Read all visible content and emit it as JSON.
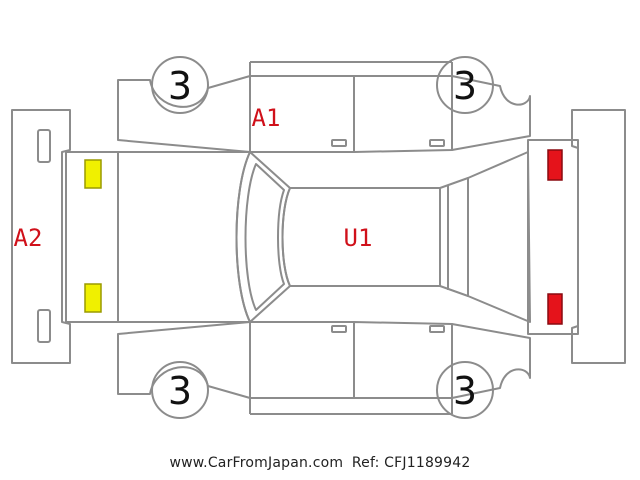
{
  "colors": {
    "outline": "#8c8c8c",
    "damage_text": "#d0101a",
    "front_light": "#f0f000",
    "rear_light": "#e5131b"
  },
  "wheels": {
    "front_left": "3",
    "front_right": "3",
    "rear_left": "3",
    "rear_right": "3"
  },
  "damage_codes": {
    "roof": "U1",
    "bumper": "A2",
    "fender": "A1"
  },
  "footer": {
    "site": "www.CarFromJapan.com",
    "ref": "Ref: CFJ1189942"
  }
}
